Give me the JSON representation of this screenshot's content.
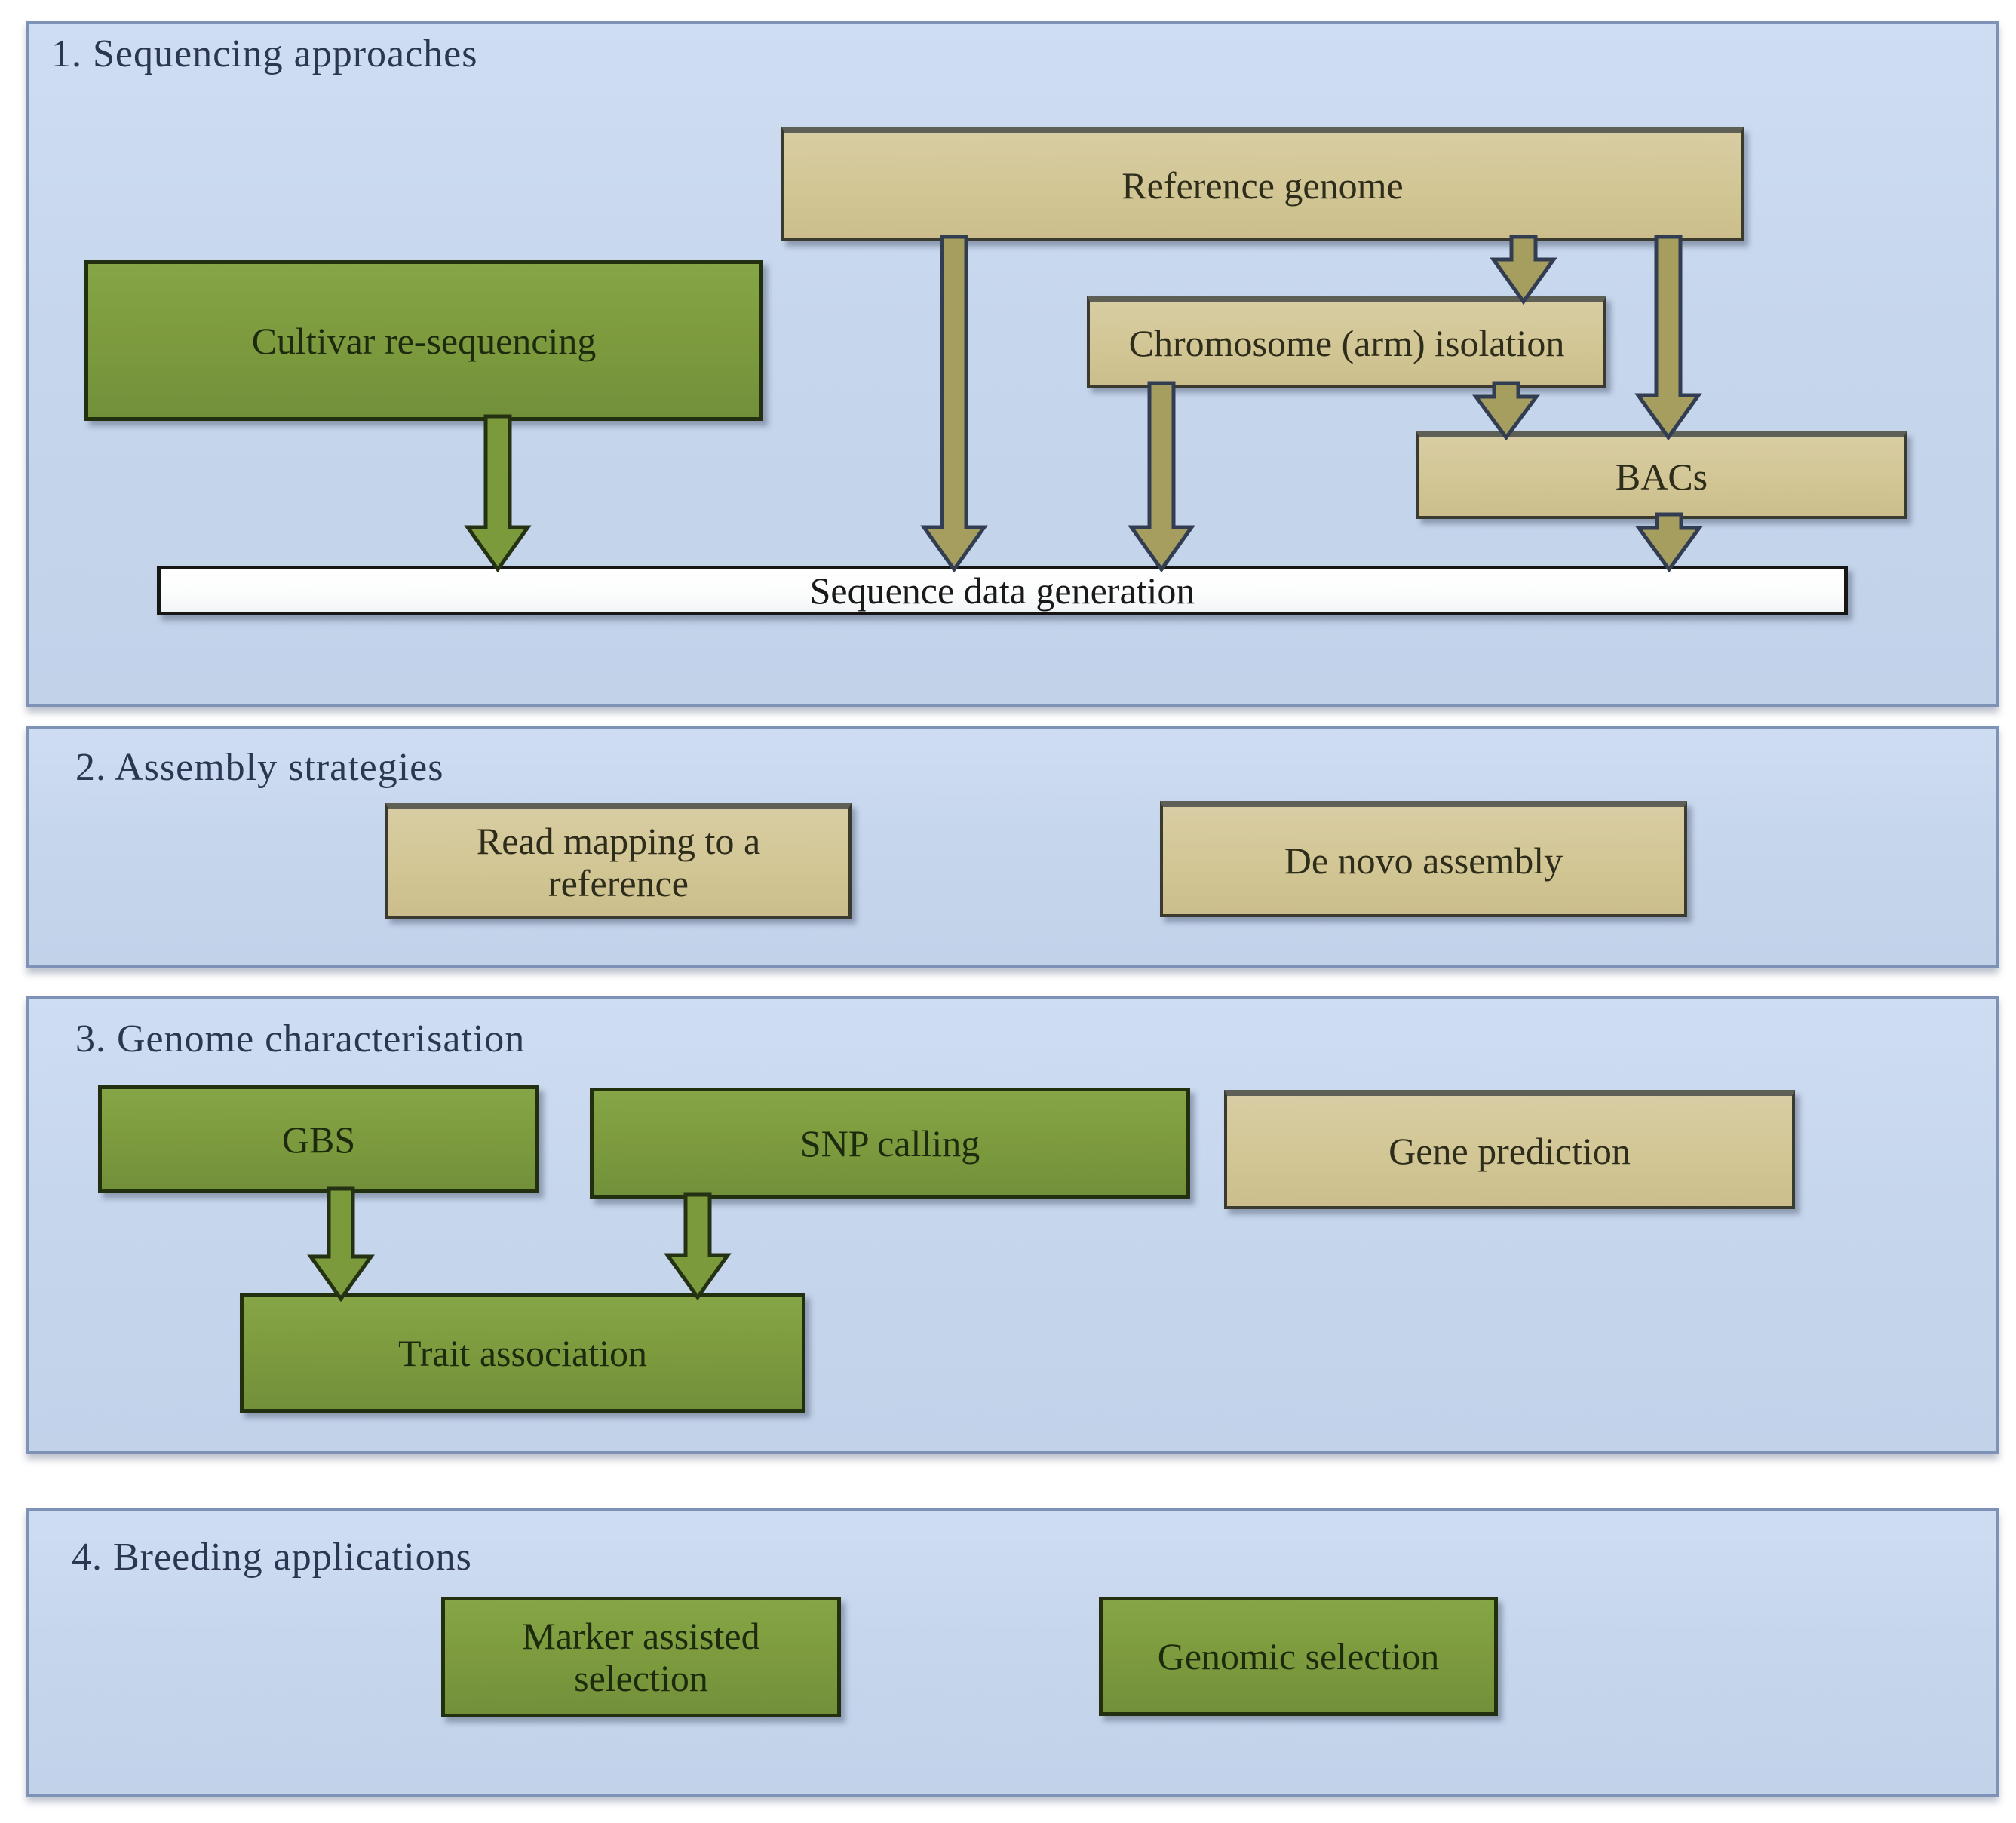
{
  "figure": {
    "panels": [
      {
        "id": "sequencing",
        "title": "1. Sequencing approaches",
        "boxes": [
          {
            "id": "reference-genome",
            "label": "Reference genome",
            "style": "tan"
          },
          {
            "id": "cultivar-re-sequencing",
            "label": "Cultivar re-sequencing",
            "style": "green"
          },
          {
            "id": "chromosome-arm-isolation",
            "label": "Chromosome (arm) isolation",
            "style": "tan"
          },
          {
            "id": "bacs",
            "label": "BACs",
            "style": "tan"
          },
          {
            "id": "sequence-data-generation",
            "label": "Sequence data generation",
            "style": "white"
          }
        ]
      },
      {
        "id": "assembly",
        "title": "2. Assembly strategies",
        "boxes": [
          {
            "id": "read-mapping-to-a-reference",
            "label": "Read mapping to a\nreference",
            "style": "tan"
          },
          {
            "id": "de-novo-assembly",
            "label": "De novo assembly",
            "style": "tan"
          }
        ]
      },
      {
        "id": "characterisation",
        "title": "3. Genome characterisation",
        "boxes": [
          {
            "id": "gbs",
            "label": "GBS",
            "style": "green"
          },
          {
            "id": "snp-calling",
            "label": "SNP calling",
            "style": "green"
          },
          {
            "id": "gene-prediction",
            "label": "Gene prediction",
            "style": "tan"
          },
          {
            "id": "trait-association",
            "label": "Trait association",
            "style": "green"
          }
        ]
      },
      {
        "id": "breeding",
        "title": "4. Breeding applications",
        "boxes": [
          {
            "id": "marker-assisted-selection",
            "label": "Marker assisted\nselection",
            "style": "green"
          },
          {
            "id": "genomic-selection",
            "label": "Genomic selection",
            "style": "green"
          }
        ]
      }
    ],
    "arrows": [
      {
        "from": "cultivar-re-sequencing",
        "to": "sequence-data-generation",
        "color": "green"
      },
      {
        "from": "reference-genome",
        "to": "sequence-data-generation",
        "color": "tan"
      },
      {
        "from": "reference-genome",
        "to": "chromosome-arm-isolation",
        "color": "tan"
      },
      {
        "from": "reference-genome",
        "to": "bacs",
        "color": "tan"
      },
      {
        "from": "chromosome-arm-isolation",
        "to": "sequence-data-generation",
        "color": "tan"
      },
      {
        "from": "chromosome-arm-isolation",
        "to": "bacs",
        "color": "tan"
      },
      {
        "from": "bacs",
        "to": "sequence-data-generation",
        "color": "tan"
      },
      {
        "from": "gbs",
        "to": "trait-association",
        "color": "green"
      },
      {
        "from": "snp-calling",
        "to": "trait-association",
        "color": "green"
      }
    ],
    "colors": {
      "panel_fill": "#c9d8ee",
      "panel_border": "#7d92b6",
      "tan_box_fill": "#d2c695",
      "green_box_fill": "#7c9a3d",
      "white_box_fill": "#ffffff",
      "tan_arrow_fill": "#a69e5e",
      "green_arrow_fill": "#7a9a3c",
      "title_text": "#2b3750"
    }
  }
}
